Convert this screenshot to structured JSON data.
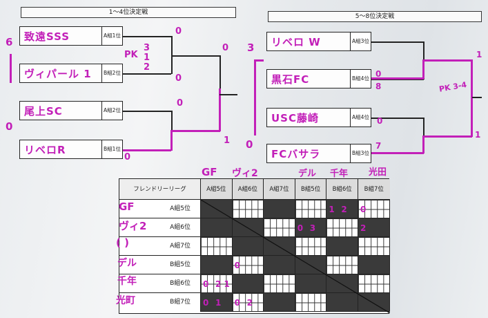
{
  "bracket_left": {
    "title": "1〜4位決定戦",
    "teams": [
      {
        "name": "致遠SSS",
        "slot": "A組1位"
      },
      {
        "name": "ヴィパール 1",
        "slot": "B組2位"
      },
      {
        "name": "尾上SC",
        "slot": "A組2位"
      },
      {
        "name": "リベロR",
        "slot": "B組1位"
      }
    ],
    "scores": {
      "outer_top": "6",
      "outer_bottom": "0",
      "m1_top": "0",
      "m1_bottom": "0",
      "pk_label": "PK",
      "pk_top": "3",
      "pk_bottom": "2",
      "m2_top": "0",
      "m2_bottom": "0",
      "final_top": "0",
      "final_bottom": "1"
    }
  },
  "bracket_right": {
    "title": "5〜8位決定戦",
    "teams": [
      {
        "name": "リベロ W",
        "slot": "A組3位"
      },
      {
        "name": "黒石FC",
        "slot": "B組4位"
      },
      {
        "name": "USC藤崎",
        "slot": "A組4位"
      },
      {
        "name": "FCバサラ",
        "slot": "B組3位"
      }
    ],
    "scores": {
      "outer_top": "3",
      "outer_bottom": "0",
      "m1_top": "0",
      "m1_bottom": "8",
      "m2_top": "0",
      "m2_bottom": "7",
      "final_top": "1",
      "final_bottom": "1",
      "pk_note": "PK 3-4"
    }
  },
  "league": {
    "title": "フレンドリーリーグ",
    "columns": [
      "A組5位",
      "A組6位",
      "A組7位",
      "B組5位",
      "B組6位",
      "B組7位"
    ],
    "rows": [
      "A組5位",
      "A組6位",
      "A組7位",
      "B組5位",
      "B組6位",
      "B組7位"
    ],
    "column_notes": [
      "GF",
      "ヴィ2",
      "",
      "デル",
      "千年",
      "光田"
    ],
    "row_notes": [
      "GF",
      "ヴィ2",
      "(   )",
      "デル",
      "千年",
      "光町"
    ],
    "marks": [
      {
        "text": "1",
        "col": 4,
        "row": 0
      },
      {
        "text": "2",
        "col": 4,
        "row": 0
      },
      {
        "text": "0",
        "col": 5,
        "row": 0
      },
      {
        "text": "0",
        "col": 3,
        "row": 1
      },
      {
        "text": "3",
        "col": 3,
        "row": 1
      },
      {
        "text": "2",
        "col": 5,
        "row": 1
      },
      {
        "text": "0",
        "col": 1,
        "row": 3
      },
      {
        "text": "0",
        "col": 0,
        "row": 4
      },
      {
        "text": "2 1",
        "col": 0,
        "row": 4
      },
      {
        "text": "0",
        "col": 0,
        "row": 5
      },
      {
        "text": "1",
        "col": 0,
        "row": 5
      },
      {
        "text": "0",
        "col": 1,
        "row": 5
      },
      {
        "text": "2",
        "col": 1,
        "row": 5
      }
    ]
  },
  "colors": {
    "ink": "#c21fb8",
    "line": "#222222",
    "dark": "#3a3a3a"
  }
}
